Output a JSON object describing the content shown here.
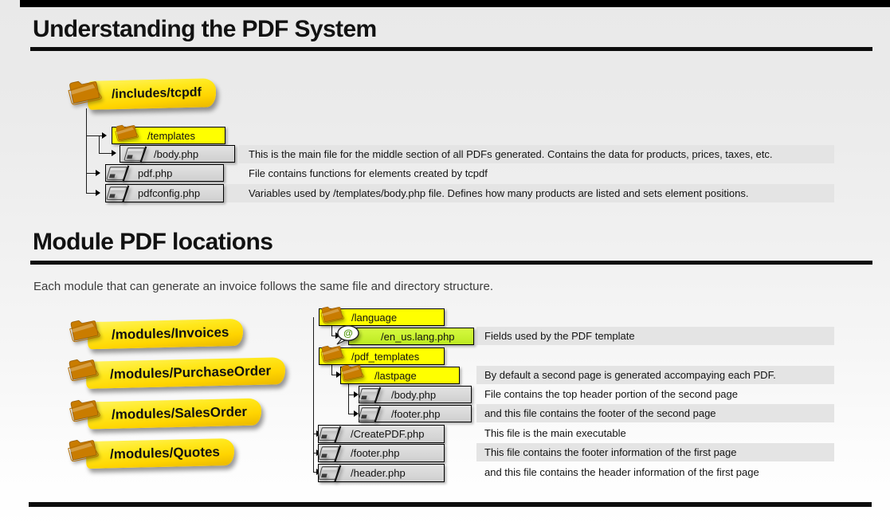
{
  "section1": {
    "title": "Understanding the PDF System",
    "root_label": "/includes/tcpdf",
    "nodes": [
      {
        "label": "/templates",
        "desc": ""
      },
      {
        "label": "/body.php",
        "desc": "This is the main file for the middle section of all PDFs generated. Contains the data for products, prices, taxes, etc."
      },
      {
        "label": "pdf.php",
        "desc": "File contains functions for elements created by tcpdf"
      },
      {
        "label": "pdfconfig.php",
        "desc": "Variables used by /templates/body.php file. Defines how many products are listed and sets element positions."
      }
    ]
  },
  "section2": {
    "title": "Module PDF locations",
    "intro": "Each module that can generate an invoice follows the same file and directory structure.",
    "modules": [
      "/modules/Invoices",
      "/modules/PurchaseOrder",
      "/modules/SalesOrder",
      "/modules/Quotes"
    ],
    "nodes": [
      {
        "label": "/language",
        "desc": ""
      },
      {
        "label": "/en_us.lang.php",
        "desc": "Fields used by the PDF template"
      },
      {
        "label": "/pdf_templates",
        "desc": ""
      },
      {
        "label": "/lastpage",
        "desc": "By default a second page is generated accompaying each PDF."
      },
      {
        "label": "/body.php",
        "desc": "File contains the top header portion of the second page"
      },
      {
        "label": "/footer.php",
        "desc": "and this file contains the footer of the second page"
      },
      {
        "label": "/CreatePDF.php",
        "desc": "This file is the main executable"
      },
      {
        "label": "/footer.php",
        "desc": "This file contains the footer information of the first page"
      },
      {
        "label": "/header.php",
        "desc": "and this file contains the header information of the first page"
      }
    ]
  },
  "icons": {
    "folder": "orange-folder",
    "file": "gray-file-with-slash",
    "language_file": "at-speech-bubble"
  },
  "colors": {
    "node_yellow": "#ffff00",
    "ribbon_yellow": "#ffd900",
    "folder_orange": "#ffa613",
    "highlight_green": "#c6f22d",
    "node_gray": "#d9d9d9",
    "strip_gray": "#e4e4e4",
    "rule_black": "#0d0d0d"
  }
}
